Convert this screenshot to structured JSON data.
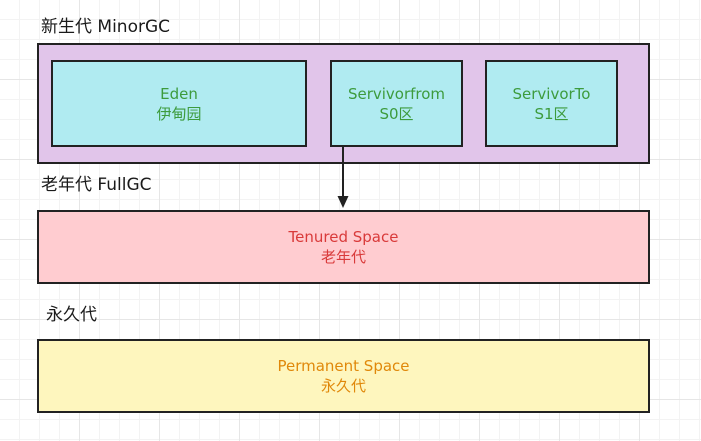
{
  "young_generation": {
    "label": "新生代 MinorGC",
    "eden": {
      "name": "Eden",
      "subtitle": "伊甸园"
    },
    "survivor_from": {
      "name": "Servivorfrom",
      "subtitle": "S0区"
    },
    "survivor_to": {
      "name": "ServivorTo",
      "subtitle": "S1区"
    }
  },
  "old_generation": {
    "label": "老年代 FullGC",
    "box": {
      "name": "Tenured Space",
      "subtitle": "老年代"
    }
  },
  "permanent_generation": {
    "label": "永久代",
    "box": {
      "name": "Permanent Space",
      "subtitle": "永久代"
    }
  },
  "colors": {
    "young_fill": "#e1c5ea",
    "space_fill": "#b0ebf1",
    "space_text": "#3d9b3d",
    "tenured_fill": "#ffccd0",
    "tenured_text": "#d93a3a",
    "permanent_fill": "#fef6be",
    "permanent_text": "#e0880a"
  }
}
